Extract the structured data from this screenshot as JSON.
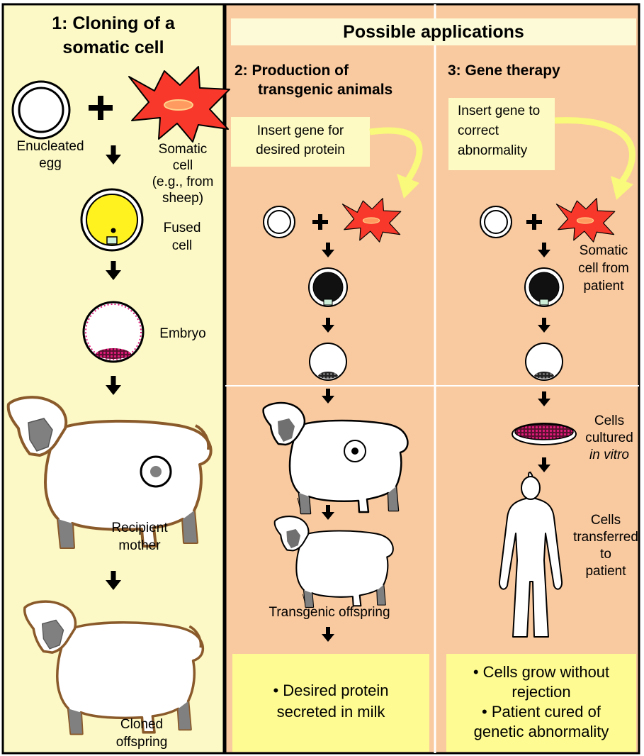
{
  "colors": {
    "panel_yellow": "#fcf9c6",
    "panel_peach": "#f9c99f",
    "header_bar": "#fdfbd7",
    "note_box": "#fdfac3",
    "result_box": "#fdfb91",
    "arrow_yellow": "#f9f97c",
    "somatic_red": "#f8382a",
    "fused_yellow": "#fff21e",
    "embryo_pink": "#d4136e",
    "sheep_grey": "#808080",
    "outline_brown": "#8a5a2b"
  },
  "panel1": {
    "title_line1": "1: Cloning of a",
    "title_line2": "somatic cell",
    "egg_line1": "Enucleated",
    "egg_line2": "egg",
    "somatic_line1": "Somatic",
    "somatic_line2": "cell",
    "somatic_line3": "(e.g., from",
    "somatic_line4": "sheep)",
    "fused_line1": "Fused",
    "fused_line2": "cell",
    "embryo": "Embryo",
    "mother_line1": "Recipient",
    "mother_line2": "mother",
    "offspring_line1": "Cloned",
    "offspring_line2": "offspring"
  },
  "header": {
    "title": "Possible applications"
  },
  "panel2": {
    "title_line1": "2: Production of",
    "title_line2": "transgenic animals",
    "note_line1": "Insert gene for",
    "note_line2": "desired protein",
    "offspring": "Transgenic offspring",
    "result_line1": "• Desired protein",
    "result_line2": "secreted in milk"
  },
  "panel3": {
    "title": "3: Gene therapy",
    "note_line1": "Insert gene to",
    "note_line2": "correct",
    "note_line3": "abnormality",
    "somatic_line1": "Somatic",
    "somatic_line2": "cell from",
    "somatic_line3": "patient",
    "cultured_line1": "Cells",
    "cultured_line2": "cultured",
    "cultured_line3": "in vitro",
    "transfer_line1": "Cells",
    "transfer_line2": "transferred",
    "transfer_line3": "to",
    "transfer_line4": "patient",
    "result_line1": "• Cells grow without",
    "result_line2": "rejection",
    "result_line3": "• Patient cured of",
    "result_line4": "genetic abnormality"
  }
}
